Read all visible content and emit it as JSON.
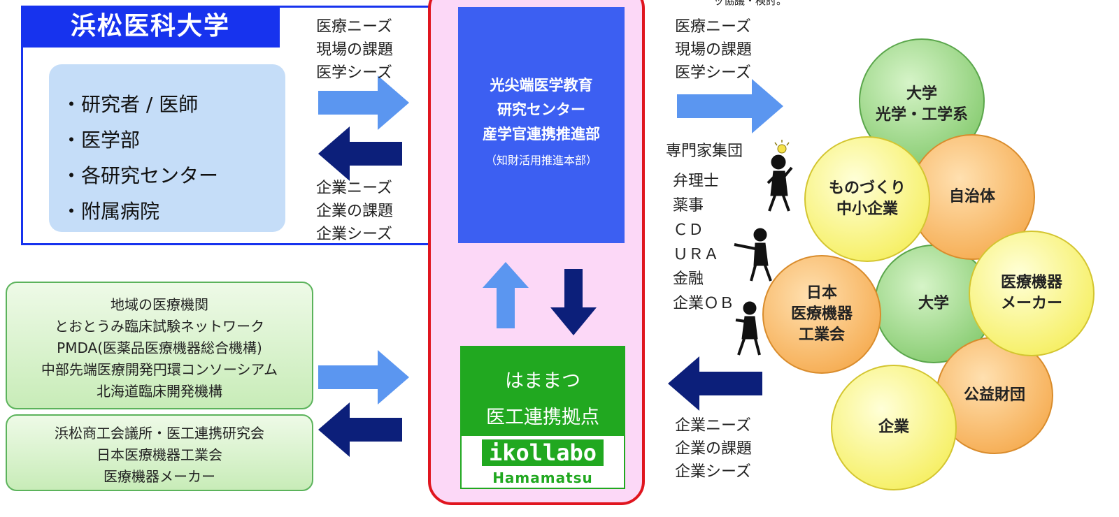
{
  "top_note": "ッ協議・検討。",
  "university": {
    "title": "浜松医科大学",
    "items": [
      "研究者 / 医師",
      "医学部",
      "各研究センター",
      "附属病院"
    ]
  },
  "left_labels": {
    "medical_needs": [
      "医療ニーズ",
      "現場の課題",
      "医学シーズ"
    ],
    "company_needs": [
      "企業ニーズ",
      "企業の課題",
      "企業シーズ"
    ]
  },
  "center": {
    "blue_lines": [
      "光尖端医学教育",
      "研究センター",
      "産学官連携推進部"
    ],
    "blue_sub": "（知財活用推進本部）",
    "green_lines": [
      "はままつ",
      "医工連携拠点"
    ],
    "logo_main": "ikollabo",
    "logo_sub": "Hamamatsu"
  },
  "right_labels": {
    "medical_needs": [
      "医療ニーズ",
      "現場の課題",
      "医学シーズ"
    ],
    "company_needs": [
      "企業ニーズ",
      "企業の課題",
      "企業シーズ"
    ]
  },
  "left_boxes": {
    "box1": [
      "地域の医療機関",
      "とおとうみ臨床試験ネットワーク",
      "PMDA(医薬品医療機器総合機構)",
      "中部先端医療開発円環コンソーシアム",
      "北海道臨床開発機構"
    ],
    "box2": [
      "浜松商工会議所・医工連携研究会",
      "日本医療機器工業会",
      "医療機器メーカー"
    ]
  },
  "experts": {
    "title": "専門家集団",
    "items": [
      "弁理士",
      "薬事",
      "ＣＤ",
      "ＵＲＡ",
      "金融",
      "企業ＯＢ"
    ]
  },
  "circles": {
    "univ_optics": "大学\n光学・工学系",
    "monozukuri": "ものづくり\n中小企業",
    "municipality": "自治体",
    "japan_assoc": "日本\n医療機器\n工業会",
    "univ": "大学",
    "device_maker": "医療機器\nメーカー",
    "company": "企業",
    "foundation": "公益財団"
  },
  "colors": {
    "university_blue": "#1733ee",
    "center_blue": "#3c5ff2",
    "center_green": "#21a820",
    "center_frame_border": "#e0151f",
    "center_frame_fill": "#fcd8f7",
    "arrow_light": "#5b96f0",
    "arrow_dark": "#0c1f7a"
  }
}
